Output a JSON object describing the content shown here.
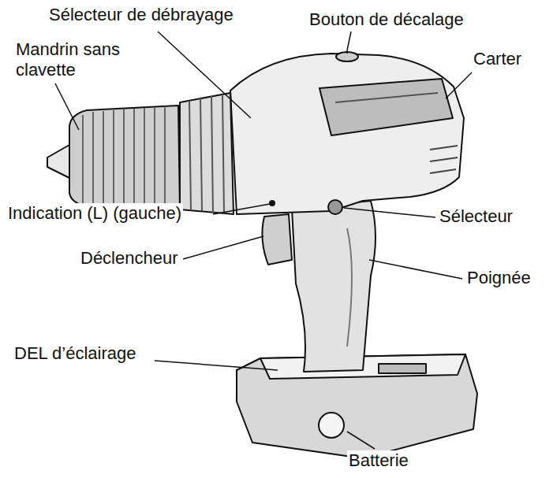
{
  "diagram": {
    "labels": [
      "Sélecteur de débrayage",
      "Bouton de décalage",
      "Mandrin sans clavette",
      "Carter",
      "Indication (L) (gauche)",
      "Sélecteur",
      "Déclencheur",
      "Poignée",
      "DEL d’éclairage",
      "Batterie"
    ]
  }
}
